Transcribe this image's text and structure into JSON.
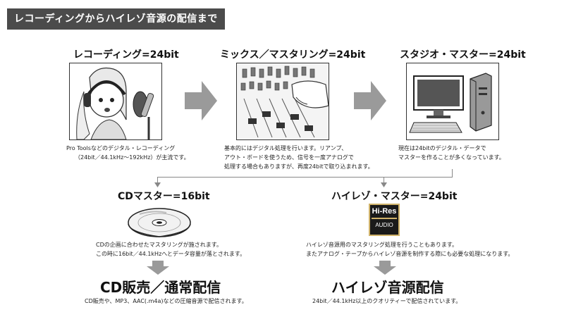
{
  "header": {
    "title": "レコーディングからハイレゾ音源の配信まで"
  },
  "stages": {
    "recording": {
      "title": "レコーディング=24bit",
      "desc": [
        "Pro Toolsなどのデジタル・レコーディング",
        "（24bit／44.1kHz～192kHz）が主流です。"
      ]
    },
    "mixing": {
      "title": "ミックス／マスタリング=24bit",
      "desc": [
        "基本的にはデジタル処理を行います。リアンプ、",
        "アウト・ボードを使うため、信号を一度アナログで",
        "処理する場合もありますが、再度24bitで取り込まれます。"
      ]
    },
    "studio": {
      "title": "スタジオ・マスター=24bit",
      "desc": [
        "現在は24bitのデジタル・データで",
        "マスターを作ることが多くなっています。"
      ]
    }
  },
  "branches": {
    "cd": {
      "title": "CDマスター=16bit",
      "desc": [
        "CDの企画に合わせたマスタリングが施されます。",
        "この時に16bit／44.1kHzへとデータ容量が落とされます。"
      ],
      "result": "CD販売／通常配信",
      "result_desc": "CD販売や、MP3、AAC(.m4a)などの圧縮音源で配信されます。"
    },
    "hires": {
      "title": "ハイレゾ・マスター=24bit",
      "logo_top": "Hi-Res",
      "logo_bottom": "AUDIO",
      "desc": [
        "ハイレゾ音源用のマスタリング処理を行うこともあります。",
        "またアナログ・テープからハイレゾ音源を制作する際にも必要な処理になります。"
      ],
      "result": "ハイレゾ音源配信",
      "result_desc": "24bit／44.1kHz以上のクオリティーで配信されています。"
    }
  },
  "colors": {
    "title_bg": "#4b4b4b",
    "arrow": "#9a9a9a",
    "line": "#888888"
  }
}
